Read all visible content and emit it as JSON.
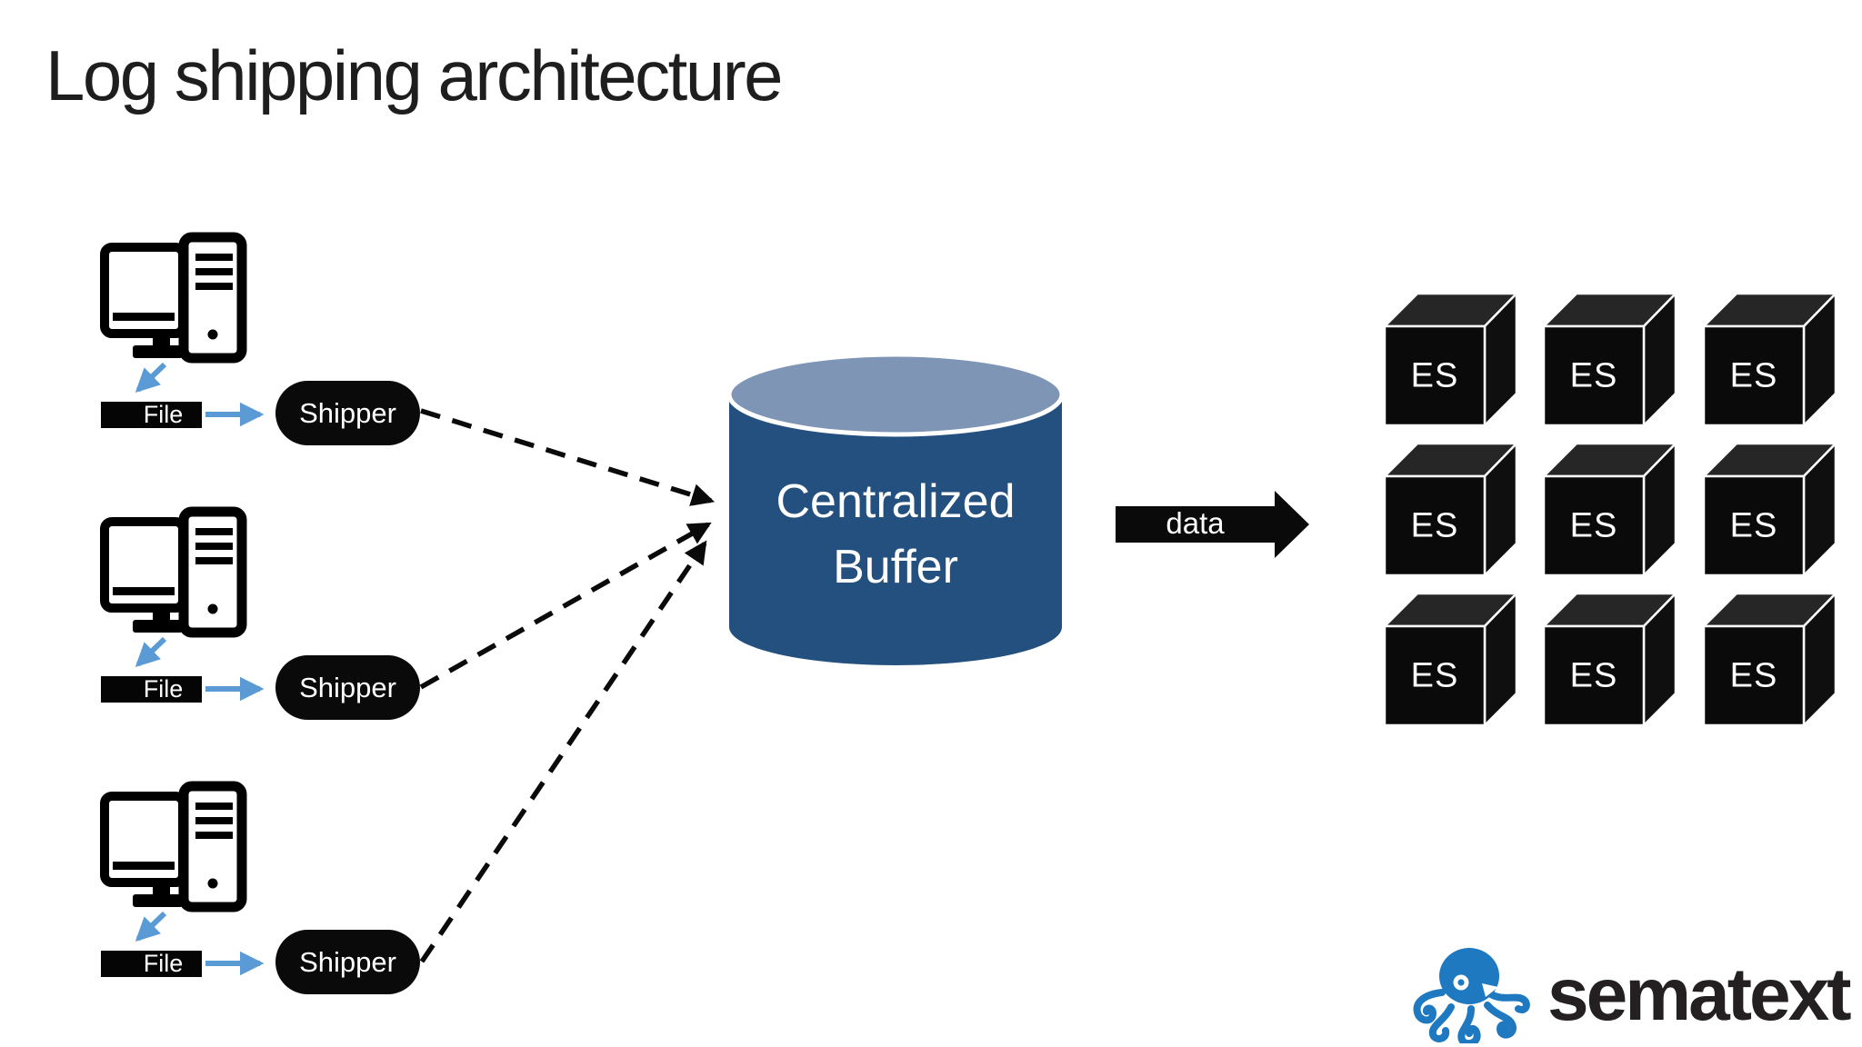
{
  "slide": {
    "title": "Log shipping architecture"
  },
  "colors": {
    "background": "#ffffff",
    "arrow_blue": "#5B9BD5",
    "connector_black": "#0a0a0a",
    "cylinder_body": "#23507E",
    "cylinder_top": "#7E95B5",
    "node_front": "#0a0a0a",
    "node_top": "#262626",
    "logo_blue": "#1E79C0",
    "logo_dark": "#242021"
  },
  "icons": {
    "computer": "desktop-computer-icon",
    "octopus": "octopus-icon",
    "data_arrow": "right-block-arrow-icon"
  },
  "hosts": [
    {
      "file_label": "File",
      "shipper_label": "Shipper"
    },
    {
      "file_label": "File",
      "shipper_label": "Shipper"
    },
    {
      "file_label": "File",
      "shipper_label": "Shipper"
    }
  ],
  "buffer": {
    "label_line1": "Centralized",
    "label_line2": "Buffer"
  },
  "flow": {
    "data_arrow_label": "data"
  },
  "es_cluster": {
    "rows": 3,
    "cols": 3,
    "node_labels": [
      "ES",
      "ES",
      "ES",
      "ES",
      "ES",
      "ES",
      "ES",
      "ES",
      "ES"
    ]
  },
  "logo": {
    "brand": "sematext"
  }
}
